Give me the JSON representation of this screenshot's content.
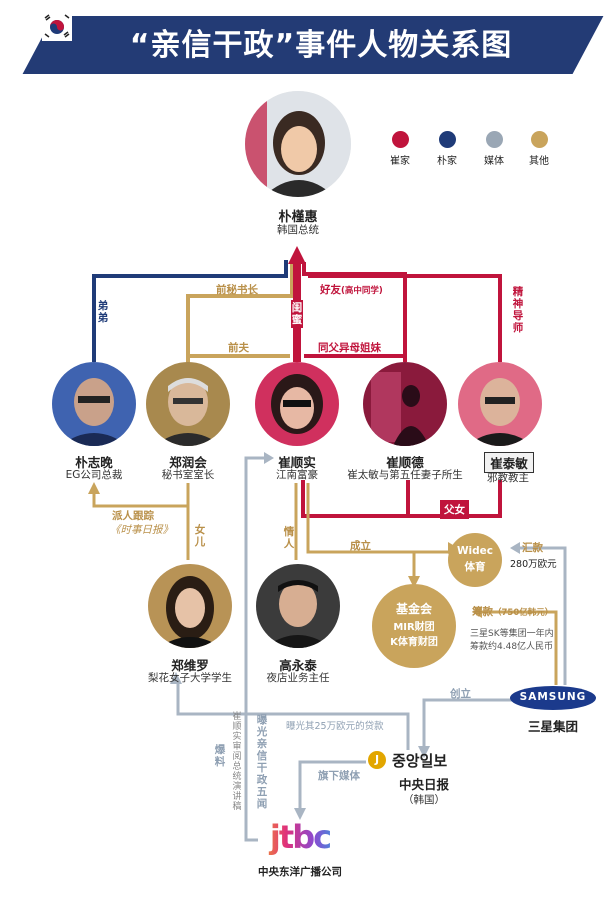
{
  "title": "“亲信干政”事件人物关系图",
  "legend": [
    {
      "label": "崔家",
      "color": "#c0143c"
    },
    {
      "label": "朴家",
      "color": "#1f3b78"
    },
    {
      "label": "媒体",
      "color": "#9aa7b5"
    },
    {
      "label": "其他",
      "color": "#c9a45c"
    }
  ],
  "people": {
    "park_geunhye": {
      "name": "朴槿惠",
      "role": "韩国总统"
    },
    "park_jiman": {
      "name": "朴志晚",
      "role": "EG公司总裁"
    },
    "jeong_yunhoe": {
      "name": "郑润会",
      "role": "秘书室室长"
    },
    "choi_soonsil": {
      "name": "崔顺实",
      "role": "江南富豪"
    },
    "choi_soondeuk": {
      "name": "崔顺德",
      "role": "崔太敏与第五任妻子所生"
    },
    "choi_taemin": {
      "name": "崔泰敏",
      "role": "邪教教主"
    },
    "jeong_yura": {
      "name": "郑维罗",
      "role": "梨花女子大学学生"
    },
    "go_youngtae": {
      "name": "高永泰",
      "role": "夜店业务主任"
    }
  },
  "orgs": {
    "widec": {
      "line1": "Widec",
      "line2": "体育"
    },
    "foundation": {
      "line1": "基金会",
      "line2": "MIR财团",
      "line3": "K体育财团"
    },
    "samsung": {
      "logo": "SAMSUNG",
      "name": "三星集团"
    },
    "joongang": {
      "logo": "중앙일보",
      "name": "中央日报",
      "note": "（韩国）"
    },
    "jtbc": {
      "logo": "jtbc",
      "name": "中央东洋广播公司"
    }
  },
  "relations": {
    "brother": "弟弟",
    "former_secretary": "前秘书长",
    "friend": "好友",
    "friend_note": "(高中同学)",
    "mentor": "精神导师",
    "confidante": "闺蜜",
    "ex_husband": "前夫",
    "half_sister": "同父异母姐妹",
    "father_daughter": "父女",
    "tracking": "派人跟踪",
    "tracking_note": "《时事日报》",
    "daughter": "女儿",
    "lover": "情人",
    "established": "成立",
    "remit": "汇款",
    "remit_amount": "280万欧元",
    "raise_funds": "筹款",
    "raise_amount": "（750亿韩元）",
    "raise_note1": "三星SK等集团一年内",
    "raise_note2": "筹款约4.48亿人民币",
    "founded": "创立",
    "loan": "曝光其25万欧元的贷款",
    "subsidiary": "旗下媒体",
    "leak": "爆料",
    "expose_five": "曝光亲信干政五闻",
    "tablet_note": "崔顺实审阅总统演讲稿"
  }
}
